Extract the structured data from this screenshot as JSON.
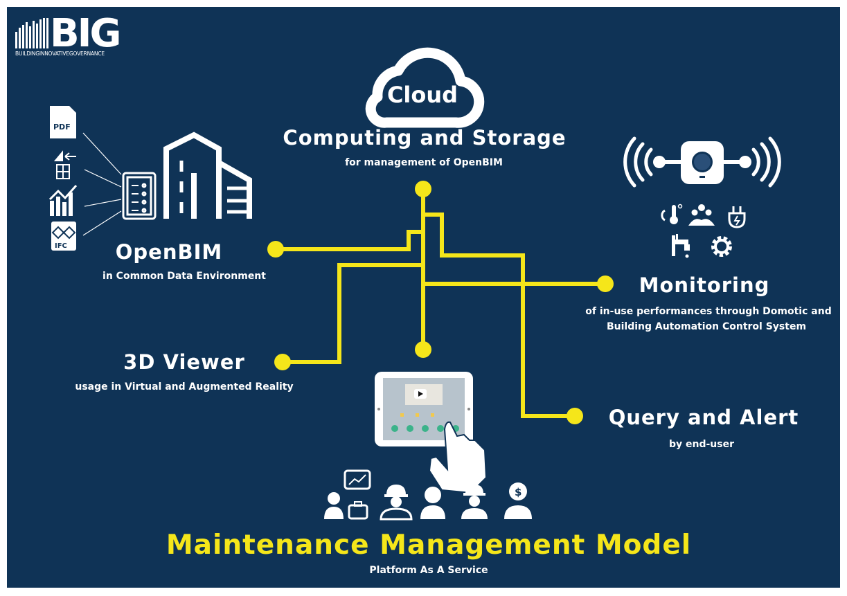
{
  "logo": {
    "name": "BIG",
    "tagline": "BUILDINGINNOVATIVEGOVERNANCE"
  },
  "cloud": {
    "label": "Cloud",
    "title": "Computing and Storage",
    "subtitle": "for management of OpenBIM"
  },
  "openbim": {
    "title": "OpenBIM",
    "subtitle": "in Common Data Environment",
    "doc_icons": [
      "PDF",
      "IFC"
    ]
  },
  "monitoring": {
    "title": "Monitoring",
    "subtitle_line1": "of in-use performances through Domotic and",
    "subtitle_line2": "Building Automation Control System"
  },
  "viewer": {
    "title": "3D Viewer",
    "subtitle": "usage in Virtual and Augmented Reality"
  },
  "query": {
    "title": "Query and Alert",
    "subtitle": "by end-user"
  },
  "mmm": {
    "title": "Maintenance Management Model",
    "subtitle": "Platform As A Service"
  },
  "colors": {
    "background": "#0f3356",
    "connector": "#f5e61a",
    "text": "#ffffff",
    "accent_title": "#f5e61a"
  },
  "icons": {
    "sensor_group": [
      "thermometer-icon",
      "people-icon",
      "plug-icon",
      "faucet-icon",
      "gear-icon"
    ],
    "users": [
      "consultant-icon",
      "worker-icon",
      "user-icon",
      "engineer-icon",
      "manager-icon"
    ]
  }
}
